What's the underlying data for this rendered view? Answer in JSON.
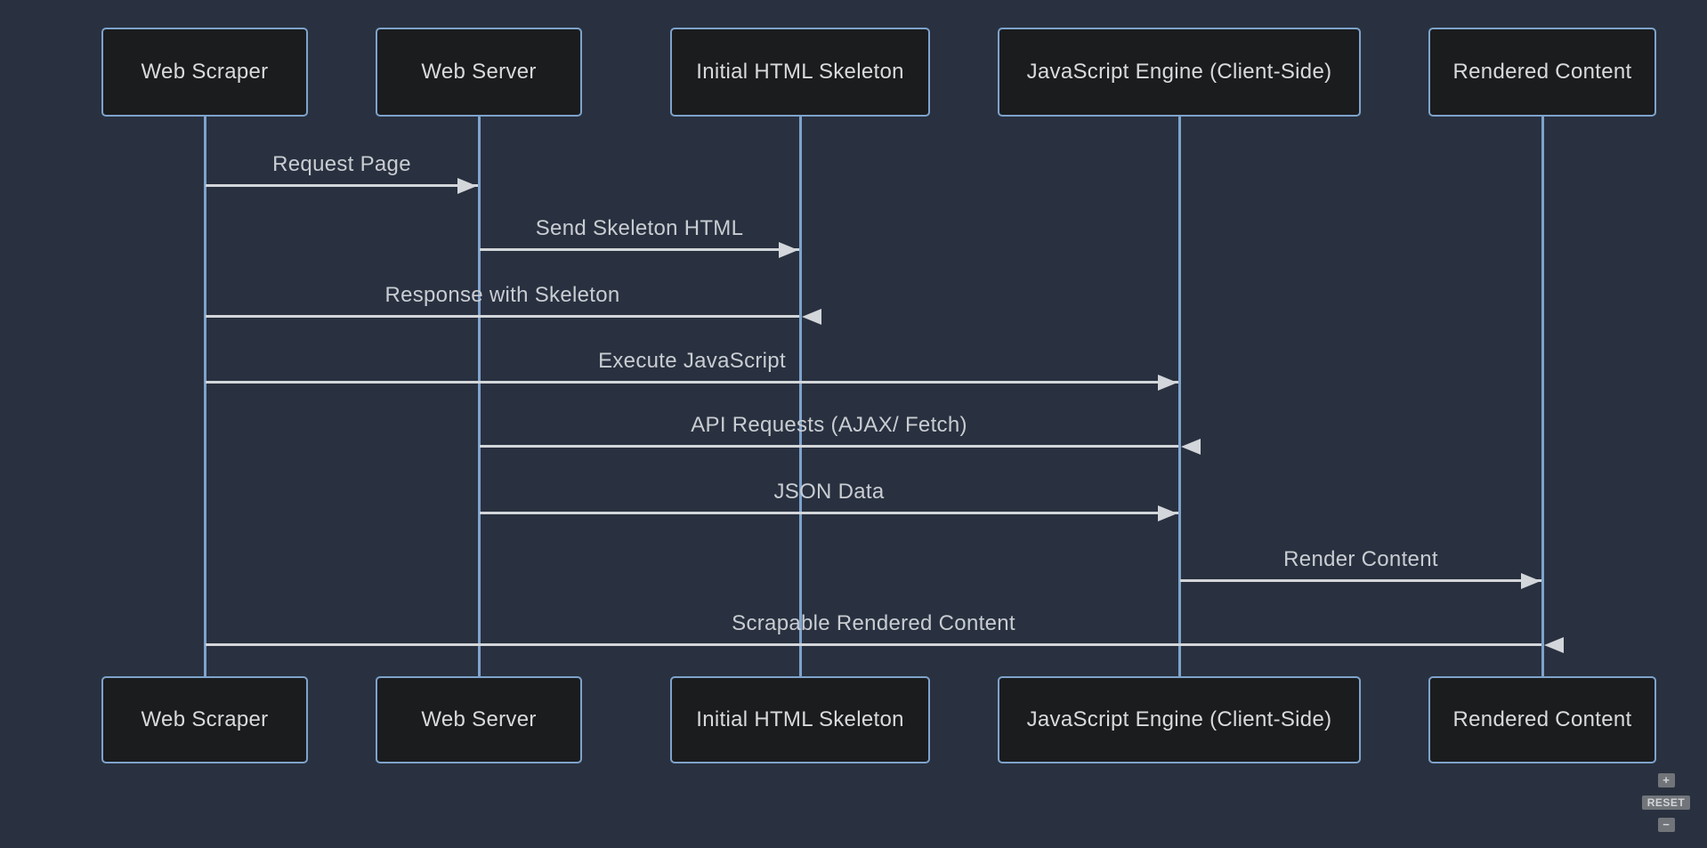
{
  "diagram": {
    "actors": [
      {
        "id": "web-scraper",
        "label": "Web Scraper"
      },
      {
        "id": "web-server",
        "label": "Web Server"
      },
      {
        "id": "initial-html-skeleton",
        "label": "Initial HTML Skeleton"
      },
      {
        "id": "javascript-engine",
        "label": "JavaScript Engine (Client-Side)"
      },
      {
        "id": "rendered-content",
        "label": "Rendered Content"
      }
    ],
    "messages": [
      {
        "text": "Request Page",
        "from": "web-scraper",
        "to": "web-server"
      },
      {
        "text": "Send Skeleton HTML",
        "from": "web-server",
        "to": "initial-html-skeleton"
      },
      {
        "text": "Response with Skeleton",
        "from": "initial-html-skeleton",
        "to": "web-scraper"
      },
      {
        "text": "Execute JavaScript",
        "from": "web-scraper",
        "to": "javascript-engine"
      },
      {
        "text": "API Requests (AJAX/ Fetch)",
        "from": "javascript-engine",
        "to": "web-server"
      },
      {
        "text": "JSON Data",
        "from": "web-server",
        "to": "javascript-engine"
      },
      {
        "text": "Render Content",
        "from": "javascript-engine",
        "to": "rendered-content"
      },
      {
        "text": "Scrapable Rendered Content",
        "from": "rendered-content",
        "to": "web-scraper"
      }
    ]
  },
  "zoom_controls": {
    "zoom_in": "+",
    "reset": "RESET",
    "zoom_out": "−"
  },
  "colors": {
    "background": "#293140",
    "actor_fill": "#1b1c1e",
    "actor_border": "#7ea3cc",
    "actor_text": "#d9dadc",
    "lifeline": "#7ea3cc",
    "arrow": "#d3d6da",
    "message_text": "#c9cdd2",
    "button_bg": "#71757a",
    "button_text": "#d2d4d6"
  }
}
